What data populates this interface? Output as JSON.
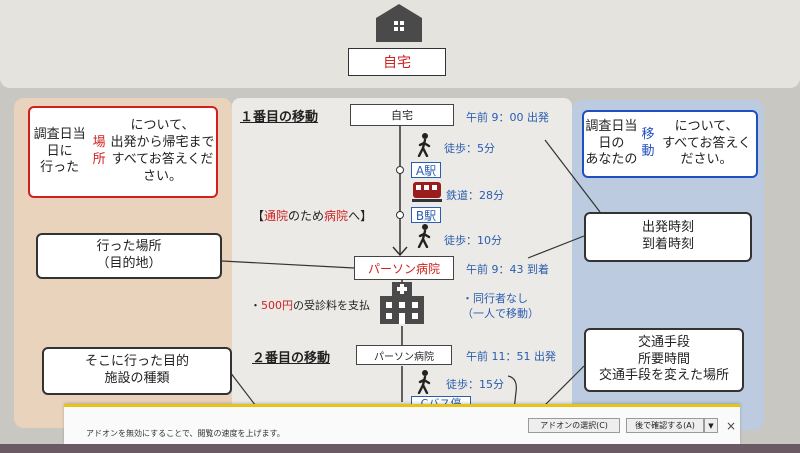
{
  "top": {
    "home_label": "自宅",
    "house_icon": "house-icon"
  },
  "left": {
    "callout1": {
      "pre": "調査日当日に\n行った",
      "highlight": "場所",
      "post": "について、\n出発から帰宅まで\nすべてお答えください。"
    },
    "callout2": "行った場所\n（目的地）",
    "callout3": "そこに行った目的\n施設の種類"
  },
  "right": {
    "callout1": {
      "pre": "調査日当日の\nあなたの",
      "highlight": "移動",
      "post": "について、\nすべてお答えください。"
    },
    "callout2": "出発時刻\n到着時刻",
    "callout3": "交通手段\n所要時間\n交通手段を変えた場所"
  },
  "trip1": {
    "heading": "１番目の移動",
    "origin": "自宅",
    "depart_time": "午前 9：00 出発",
    "walk1": "徒歩：5分",
    "station_a": "A駅",
    "rail": "鉄道：28分",
    "purpose_open": "【",
    "purpose_red1": "通院",
    "purpose_mid": "のため",
    "purpose_red2": "病院",
    "purpose_close": "へ】",
    "station_b": "B駅",
    "walk2": "徒歩：10分",
    "destination": "パーソン病院",
    "arrive_time": "午前 9：43 到着",
    "fee_pre": "・",
    "fee_red": "500円",
    "fee_post": "の受診料を支払",
    "companion": "・同行者なし\n（一人で移動）"
  },
  "trip2": {
    "heading": "２番目の移動",
    "origin": "パーソン病院",
    "depart_time": "午前 11：51 出発",
    "walk": "徒歩：15分",
    "stop": "Cバス停"
  },
  "notification": {
    "message": "アドオンを無効にすることで、閲覧の速度を上げます。",
    "select_button": "アドオンの選択(C)",
    "later_button": "後で確認する(A)",
    "dropdown_arrow": "▼",
    "close": "×"
  }
}
